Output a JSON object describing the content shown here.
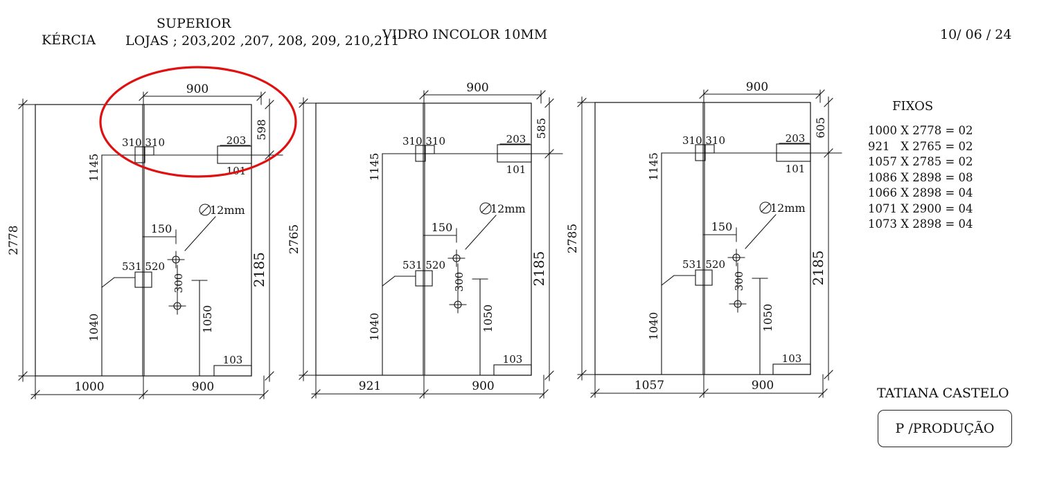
{
  "header": {
    "client": "KÉRCIA",
    "floor": "SUPERIOR",
    "stores": "LOJAS ; 203,202 ,207, 208, 209, 210,211",
    "material": "VIDRO INCOLOR 10MM",
    "date": "10/ 06 / 24"
  },
  "panels": [
    {
      "height": "2778",
      "left_width": "1000",
      "right_width": "900",
      "top_width": "900",
      "right_top": "598",
      "right_total": "2185",
      "hinge_top": "310 310",
      "lock_label": "203",
      "lock_sub": "101",
      "upper_v": "1145",
      "lower_v": "1040",
      "offset": "150",
      "handle_label": "531 520",
      "hole_diam": "∅12mm",
      "hole_spacing": "300",
      "handle_h": "1050",
      "bottom_piece": "103"
    },
    {
      "height": "2765",
      "left_width": "921",
      "right_width": "900",
      "top_width": "900",
      "right_top": "585",
      "right_total": "2185",
      "hinge_top": "310 310",
      "lock_label": "203",
      "lock_sub": "101",
      "upper_v": "1145",
      "lower_v": "1040",
      "offset": "150",
      "handle_label": "531 520",
      "hole_diam": "∅12mm",
      "hole_spacing": "300",
      "handle_h": "1050",
      "bottom_piece": "103"
    },
    {
      "height": "2785",
      "left_width": "1057",
      "right_width": "900",
      "top_width": "900",
      "right_top": "605",
      "right_total": "2185",
      "hinge_top": "310 310",
      "lock_label": "203",
      "lock_sub": "101",
      "upper_v": "1145",
      "lower_v": "1040",
      "offset": "150",
      "handle_label": "531 520",
      "hole_diam": "∅12mm",
      "hole_spacing": "300",
      "handle_h": "1050",
      "bottom_piece": "103"
    }
  ],
  "fixos": {
    "title": "FIXOS",
    "items": [
      "1000 X 2778 = 02",
      "921   X 2765 = 02",
      "1057 X 2785 = 02",
      "1086 X 2898 = 08",
      "1066 X 2898 = 04",
      "1071 X 2900 = 04",
      "1073 X 2898 = 04"
    ]
  },
  "footer": {
    "signature": "TATIANA CASTELO",
    "stamp": "P /PRODUÇÃO"
  },
  "colors": {
    "ink": "#111111",
    "highlight": "#e01010"
  }
}
